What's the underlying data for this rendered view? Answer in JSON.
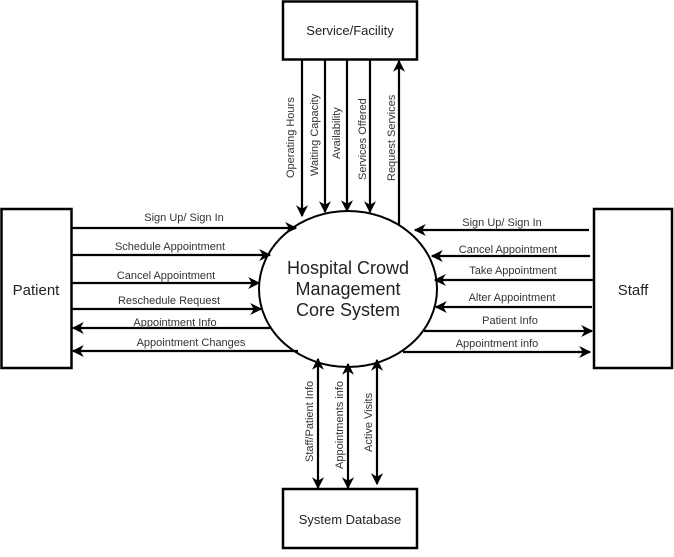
{
  "diagram": {
    "type": "context-level data flow diagram",
    "core_process": {
      "lines": [
        "Hospital Crowd",
        "Management",
        "Core System"
      ]
    },
    "entities": {
      "service": "Service/Facility",
      "patient": "Patient",
      "staff": "Staff",
      "database": "System Database"
    },
    "flows": {
      "service": [
        {
          "label": "Operating Hours",
          "direction": "to-core"
        },
        {
          "label": "Waiting Capacity",
          "direction": "to-core"
        },
        {
          "label": "Availability",
          "direction": "to-core"
        },
        {
          "label": "Services Offered",
          "direction": "to-core"
        },
        {
          "label": "Request Services",
          "direction": "to-entity"
        }
      ],
      "patient": [
        {
          "label": "Sign Up/ Sign In",
          "direction": "to-core"
        },
        {
          "label": "Schedule Appointment",
          "direction": "to-core"
        },
        {
          "label": "Cancel Appointment",
          "direction": "to-core"
        },
        {
          "label": "Reschedule  Request",
          "direction": "to-core"
        },
        {
          "label": "Appointment Info",
          "direction": "to-entity"
        },
        {
          "label": "Appointment Changes",
          "direction": "to-entity"
        }
      ],
      "staff": [
        {
          "label": "Sign Up/ Sign In",
          "direction": "to-core"
        },
        {
          "label": "Cancel Appointment",
          "direction": "to-core"
        },
        {
          "label": "Take Appointment",
          "direction": "to-core"
        },
        {
          "label": "Alter Appointment",
          "direction": "to-core"
        },
        {
          "label": "Patient Info",
          "direction": "to-entity"
        },
        {
          "label": "Appointment info",
          "direction": "to-entity"
        }
      ],
      "database": [
        {
          "label": "Staff/Patient Info",
          "direction": "bidirectional"
        },
        {
          "label": "Appointments info",
          "direction": "bidirectional"
        },
        {
          "label": "Active Visits",
          "direction": "bidirectional"
        }
      ]
    }
  }
}
